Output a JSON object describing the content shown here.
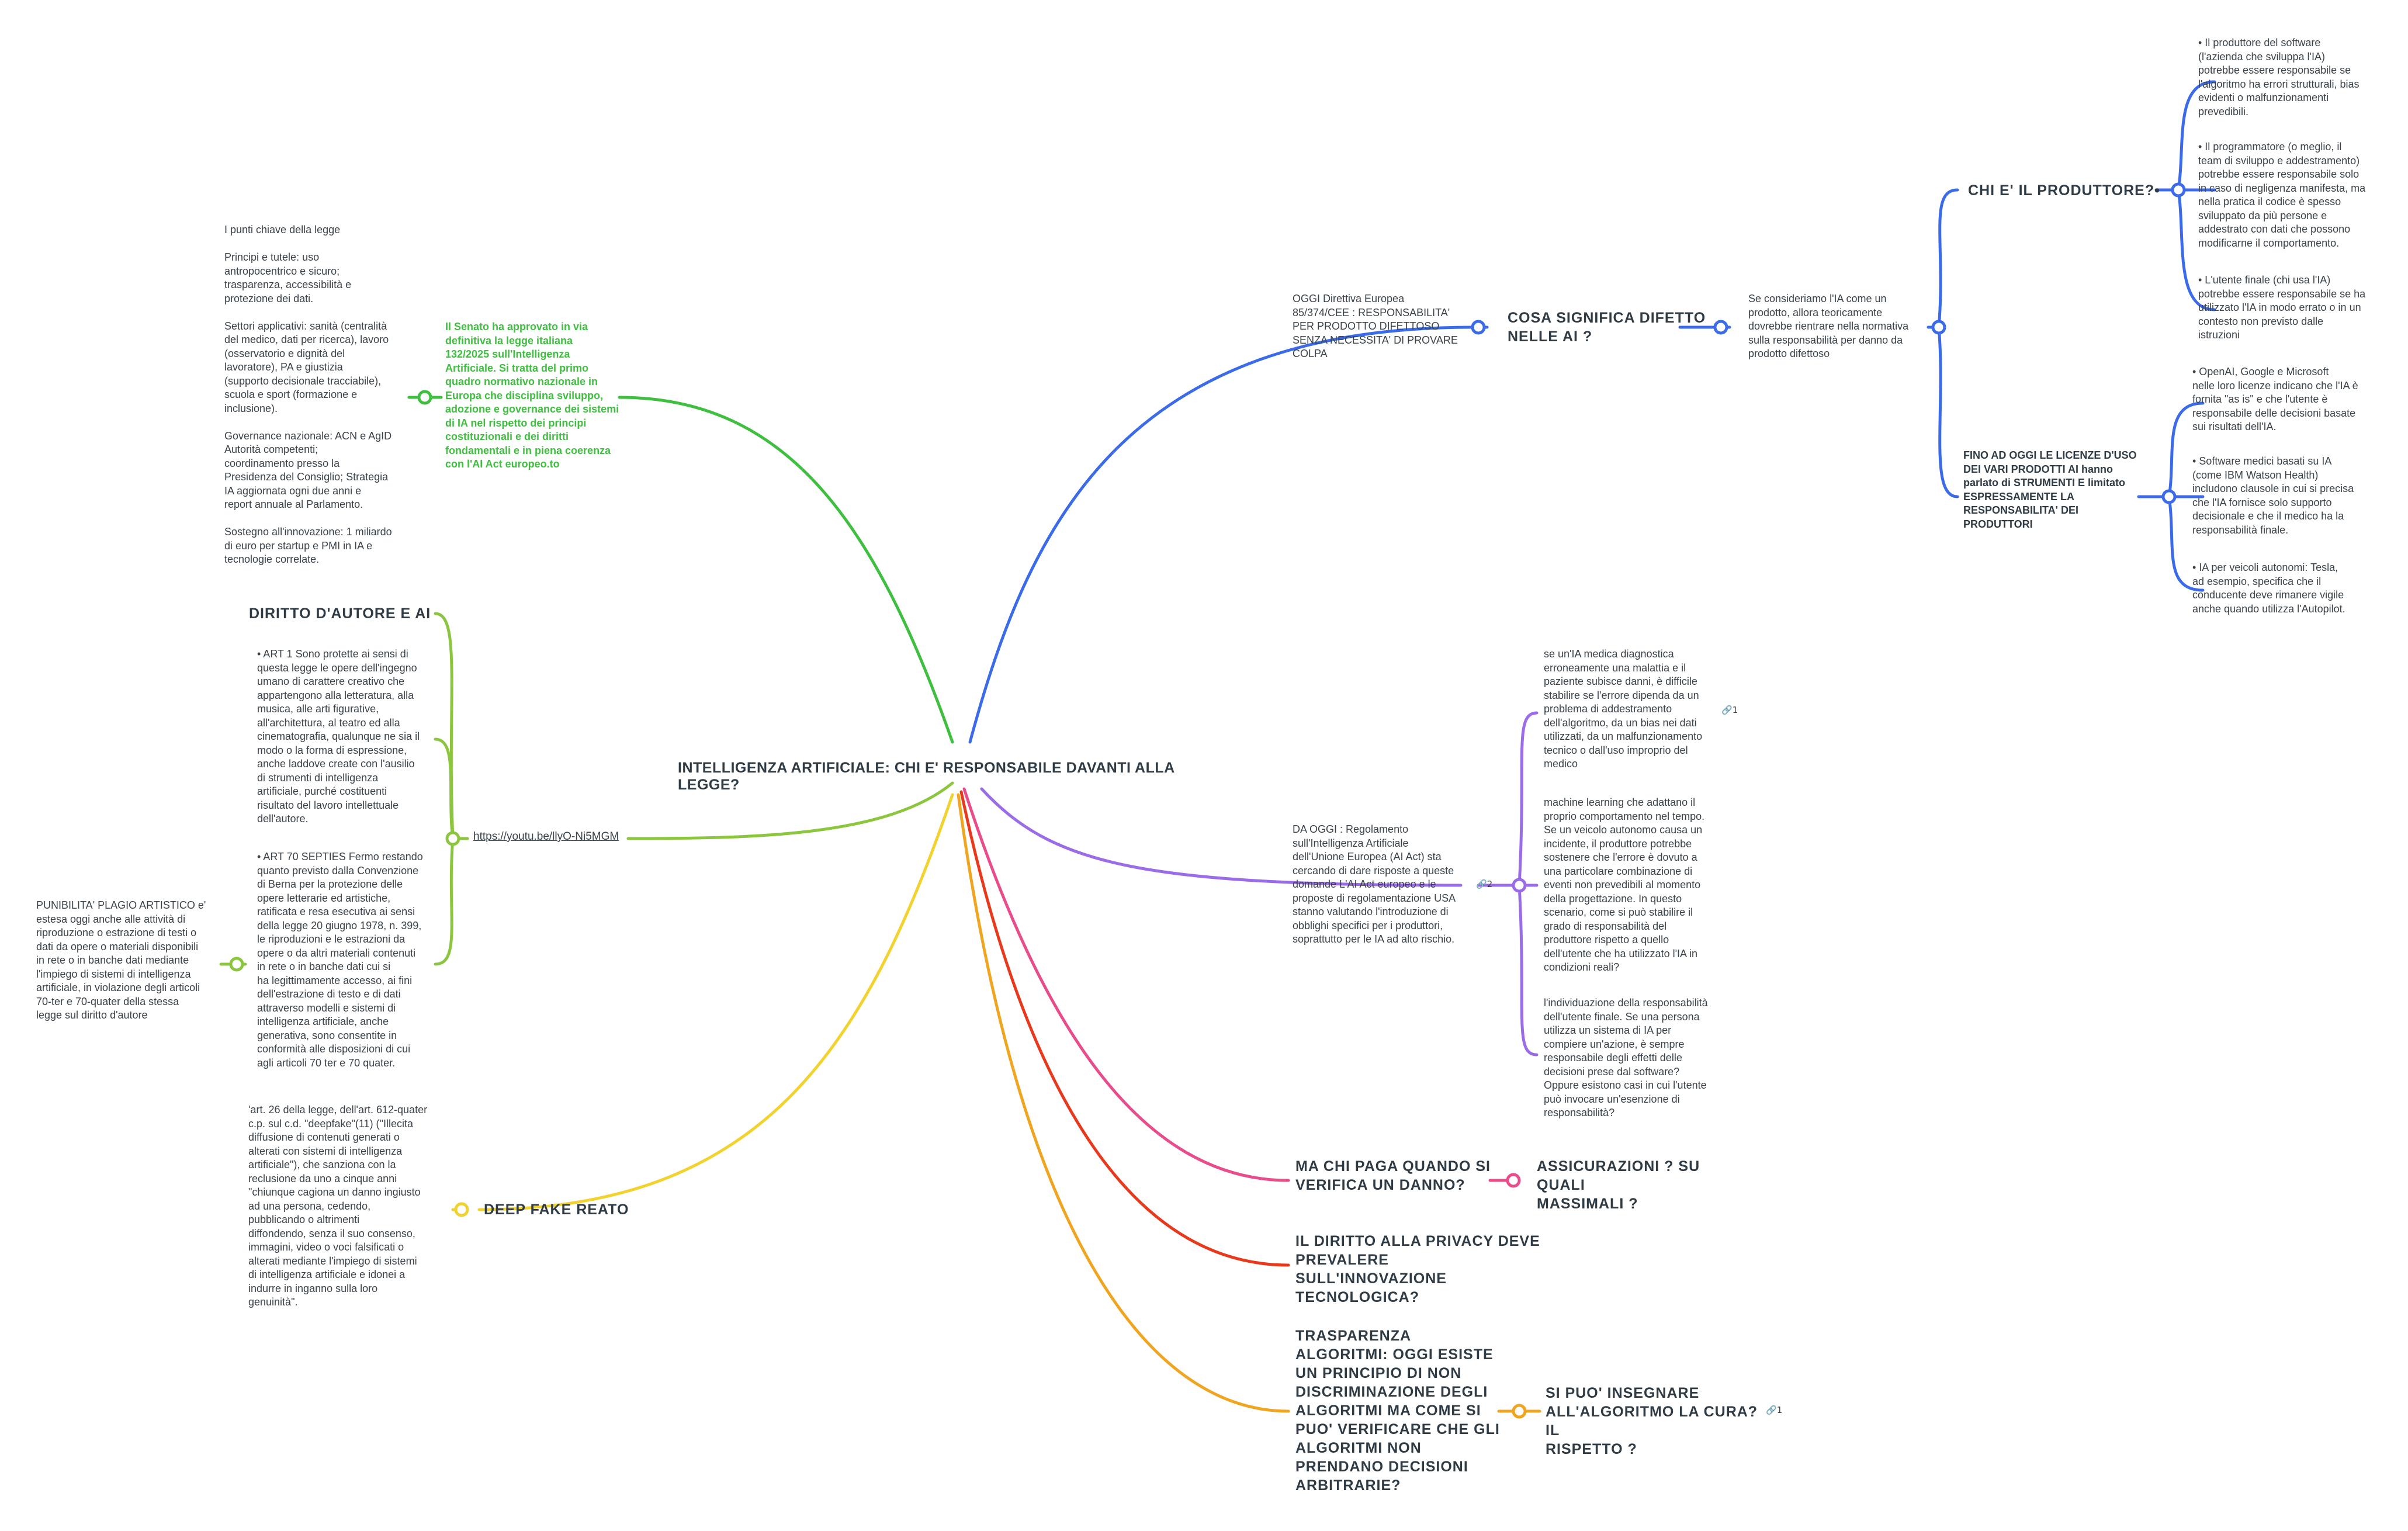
{
  "colors": {
    "blue": "#3b6be8",
    "green": "#3fbf3f",
    "lime": "#8cc63f",
    "purple": "#9b6ce8",
    "pink": "#e84c8b",
    "red": "#e8391d",
    "orange": "#f0a520",
    "yellow": "#f2d22e"
  },
  "central": {
    "title": "INTELLIGENZA ARTIFICIALE: CHI E' RESPONSABILE DAVANTI ALLA LEGGE?"
  },
  "blue_branch": {
    "oggi": "OGGI Direttiva Europea\n85/374/CEE : RESPONSABILITA'\nPER PRODOTTO DIFETTOSO\nSENZA NECESSITA' DI PROVARE\nCOLPA",
    "difetto": "COSA SIGNIFICA DIFETTO\nNELLE AI ?",
    "se_consideriamo": "Se consideriamo l'IA come un\nprodotto, allora teoricamente\ndovrebbe rientrare nella normativa\nsulla responsabilità per danno da\nprodotto difettoso",
    "produttore": "CHI E' IL PRODUTTORE?•",
    "prod_items": [
      "•     Il produttore del software\n(l'azienda che sviluppa l'IA)\npotrebbe essere responsabile se\nl'algoritmo ha errori strutturali, bias\nevidenti o malfunzionamenti\nprevedibili.",
      "•     Il programmatore (o meglio, il\nteam di sviluppo e addestramento)\npotrebbe essere responsabile solo\nin caso di negligenza manifesta, ma\nnella pratica il codice è spesso\nsviluppato da più persone e\naddestrato con dati che possono\nmodificarne il comportamento.",
      "•     L'utente finale (chi usa l'IA)\npotrebbe essere responsabile se ha\nutilizzato l'IA in modo errato o in un\ncontesto non previsto dalle\nistruzioni"
    ],
    "licenze": "FINO AD OGGI LE LICENZE D'USO\nDEI VARI PRODOTTI AI hanno\nparlato di STRUMENTI E limitato\nESPRESSAMENTE LA\nRESPONSABILITA' DEI\nPRODUTTORI",
    "lic_items": [
      "•     OpenAI, Google e Microsoft\nnelle loro licenze indicano che l'IA è\nfornita \"as is\" e che l'utente è\nresponsabile delle decisioni basate\nsui risultati dell'IA.",
      "•     Software medici basati su IA\n(come IBM Watson Health)\nincludono clausole in cui si precisa\nche l'IA fornisce solo supporto\ndecisionale e che il medico ha la\nresponsabilità finale.",
      "•     IA per veicoli autonomi: Tesla,\nad esempio, specifica che il\nconducente deve rimanere vigile\nanche quando utilizza l'Autopilot."
    ]
  },
  "purple_branch": {
    "da_oggi": "DA OGGI : Regolamento\nsull'Intelligenza Artificiale\ndell'Unione Europea (AI Act) sta\ncercando di dare risposte a queste\ndomande L'AI Act europeo e le\nproposte di regolamentazione USA\nstanno valutando l'introduzione di\nobblighi specifici per i produttori,\nsoprattutto per le IA ad alto rischio.",
    "badge": "2",
    "items": [
      "se un'IA medica diagnostica\nerroneamente una malattia e il\npaziente subisce danni, è difficile\nstabilire se l'errore dipenda da un\nproblema di addestramento\ndell'algoritmo, da un bias nei dati\nutilizzati, da un malfunzionamento\ntecnico o dall'uso improprio del\nmedico",
      "machine learning che adattano il\nproprio comportamento nel tempo.\nSe un veicolo autonomo causa un\nincidente, il produttore potrebbe\nsostenere che l'errore è dovuto a\nuna particolare combinazione di\neventi non prevedibili al momento\ndella progettazione. In questo\nscenario, come si può stabilire il\ngrado di responsabilità del\nproduttore rispetto a quello\ndell'utente che ha utilizzato l'IA in\ncondizioni reali?",
      "l'individuazione della responsabilità\ndell'utente finale. Se una persona\nutilizza un sistema di IA per\ncompiere un'azione, è sempre\nresponsabile degli effetti delle\ndecisioni prese dal software?\nOppure esistono casi in cui l'utente\npuò invocare un'esenzione di\nresponsabilità?"
    ],
    "item_badge": "1"
  },
  "pink_branch": {
    "chi_paga": "MA CHI PAGA QUANDO SI\nVERIFICA UN DANNO?",
    "assicurazioni": "ASSICURAZIONI ? SU QUALI\nMASSIMALI ?"
  },
  "red_branch": {
    "privacy": "IL DIRITTO ALLA PRIVACY DEVE\nPREVALERE SULL'INNOVAZIONE\nTECNOLOGICA?"
  },
  "orange_branch": {
    "trasparenza": "TRASPARENZA\nALGORITMI: OGGI ESISTE\nUN PRINCIPIO DI NON\nDISCRIMINAZIONE DEGLI\nALGORITMI MA COME SI\nPUO' VERIFICARE CHE GLI\nALGORITMI NON\nPRENDANO DECISIONI\nARBITRARIE?",
    "cura": "SI PUO' INSEGNARE\nALL'ALGORITMO LA CURA?IL\nRISPETTO ?",
    "badge": "1"
  },
  "green_branch": {
    "senato": "Il Senato ha approvato in via\ndefinitiva la legge italiana\n132/2025 sull'Intelligenza\nArtificiale. Si tratta del primo\nquadro normativo nazionale in\nEuropa che disciplina sviluppo,\nadozione e governance dei sistemi\ndi IA nel rispetto dei principi\ncostituzionali e dei diritti\nfondamentali e in piena coerenza\ncon l'AI Act europeo.to",
    "punti": "I punti chiave della legge\n\nPrincipi e tutele: uso\nantropocentrico e sicuro;\ntrasparenza, accessibilità e\nprotezione dei dati.\n\nSettori applicativi: sanità (centralità\ndel medico, dati per ricerca), lavoro\n(osservatorio e dignità del\nlavoratore), PA e giustizia\n(supporto decisionale tracciabile),\nscuola e sport (formazione e\ninclusione).\n\nGovernance nazionale: ACN e AgID\nAutorità competenti;\ncoordinamento presso la\nPresidenza del Consiglio; Strategia\nIA aggiornata ogni due anni e\nreport annuale al Parlamento.\n\nSostegno all'innovazione: 1 miliardo\ndi euro per startup e PMI in IA e\ntecnologie correlate."
  },
  "lime_branch": {
    "link": "https://youtu.be/llyO-Ni5MGM",
    "diritto": "DIRITTO D'AUTORE E AI",
    "art1": "• ART 1 Sono protette ai sensi di\nquesta legge le opere dell'ingegno\numano di carattere creativo che\nappartengono alla letteratura, alla\nmusica, alle arti figurative,\nall'architettura, al teatro ed alla\ncinematografia, qualunque ne sia il\nmodo o la forma di espressione,\nanche laddove create con l'ausilio\ndi strumenti di intelligenza\nartificiale, purché costituenti\nrisultato del lavoro intellettuale\ndell'autore.",
    "art70": "• ART 70 SEPTIES Fermo restando\nquanto previsto dalla Convenzione\ndi Berna per la protezione delle\nopere letterarie ed artistiche,\nratificata e resa esecutiva ai sensi\ndella legge 20 giugno 1978, n. 399,\nle riproduzioni e le estrazioni da\nopere o da altri materiali contenuti\nin rete o in banche dati cui si\nha legittimamente accesso, ai fini\ndell'estrazione di testo e di dati\nattraverso modelli e sistemi di\nintelligenza artificiale, anche\ngenerativa, sono consentite in\nconformità alle disposizioni di cui\nagli articoli 70 ter e 70 quater.",
    "punibilita": "PUNIBILITA' PLAGIO ARTISTICO e'\nestesa oggi anche alle attività di\nriproduzione o estrazione di testi o\ndati da opere o materiali disponibili\nin rete o in banche dati mediante\nl'impiego di sistemi di intelligenza\nartificiale, in violazione degli articoli\n70-ter e 70-quater della stessa\nlegge sul diritto d'autore"
  },
  "yellow_branch": {
    "deepfake": "DEEP FAKE REATO",
    "art26": "'art. 26 della legge, dell'art. 612-quater\nc.p. sul c.d. \"deepfake\"(11) (\"Illecita\ndiffusione di contenuti generati o\nalterati con sistemi di intelligenza\nartificiale\"), che sanziona  con la\nreclusione da uno a cinque anni\n\"chiunque cagiona un danno ingiusto\nad una persona, cedendo,\npubblicando o altrimenti\ndiffondendo, senza il suo consenso,\nimmagini, video o voci falsificati o\nalterati mediante l'impiego di sistemi\ndi intelligenza artificiale e idonei a\nindurre in inganno sulla loro\ngenuinità\"."
  }
}
